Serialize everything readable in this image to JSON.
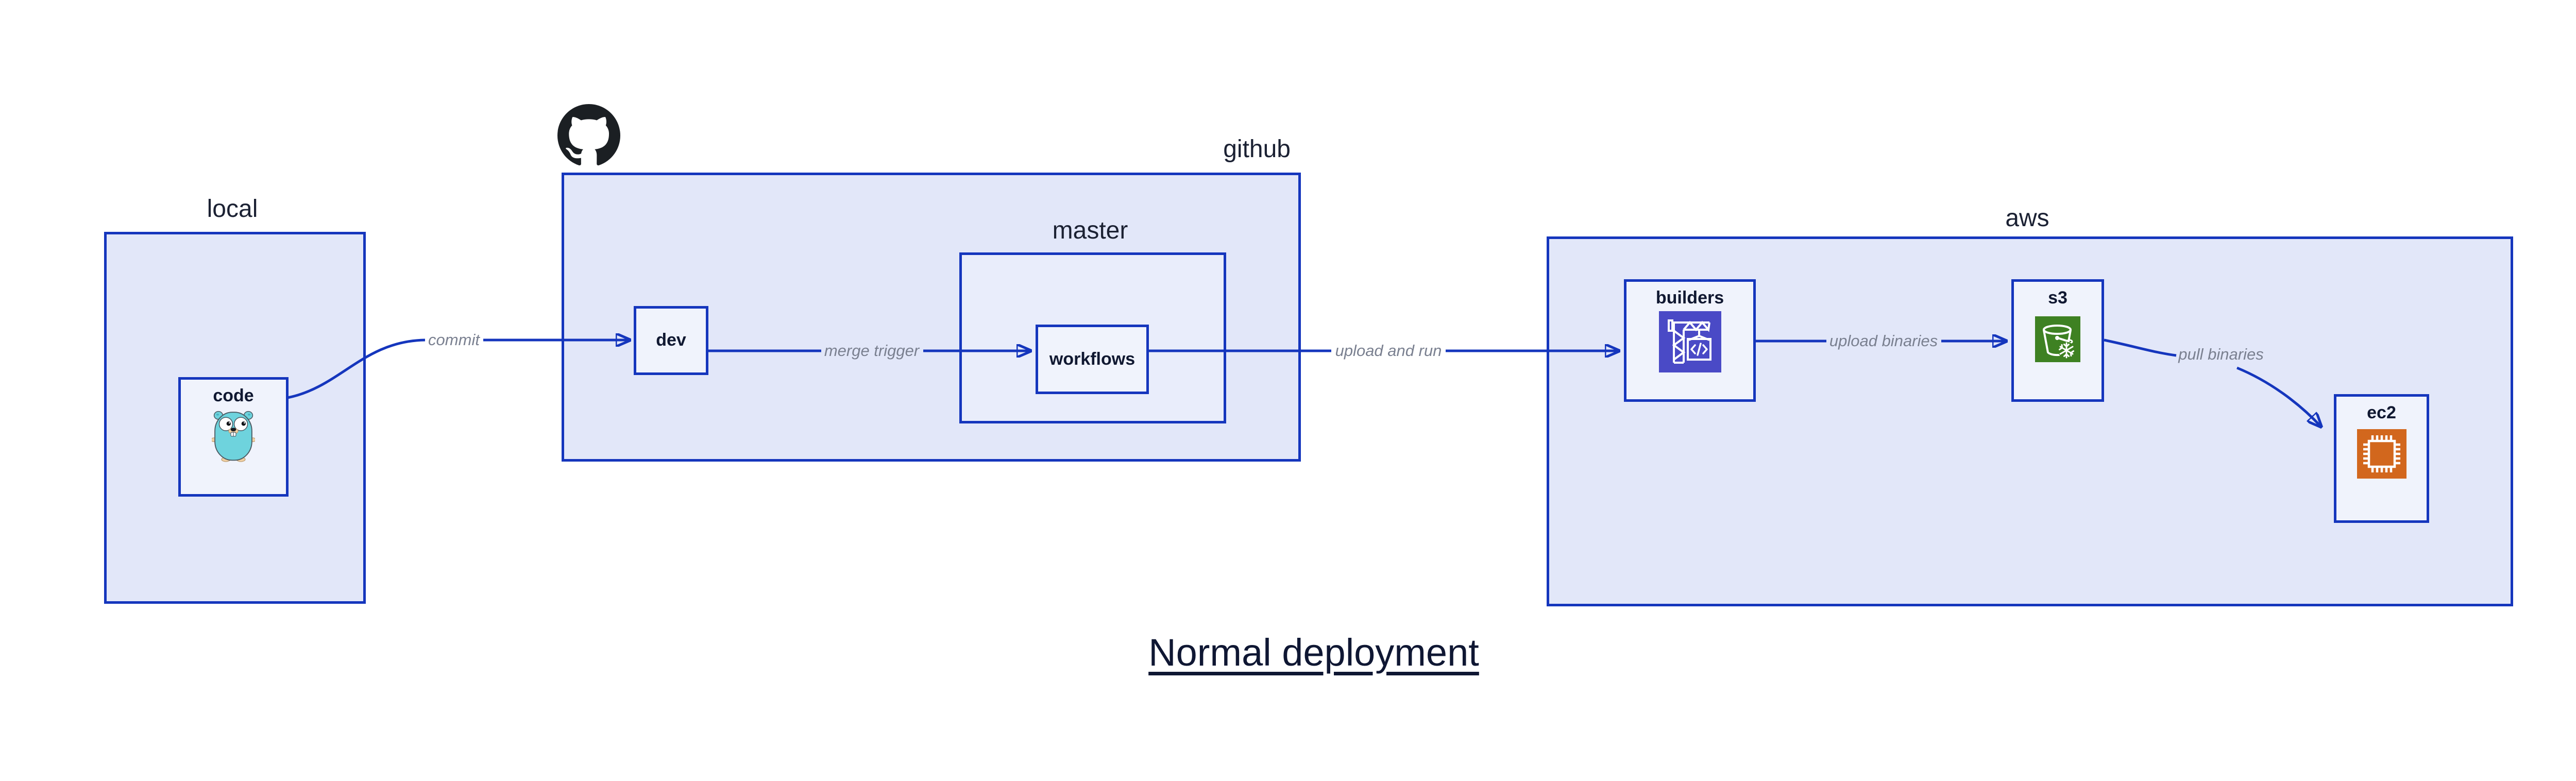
{
  "title": "Normal deployment",
  "containers": {
    "local": {
      "label": "local"
    },
    "github": {
      "label": "github",
      "logo_icon": "github-octocat-icon"
    },
    "master": {
      "label": "master"
    },
    "aws": {
      "label": "aws"
    }
  },
  "nodes": {
    "code": {
      "label": "code",
      "icon": "go-gopher-icon"
    },
    "dev": {
      "label": "dev"
    },
    "workflows": {
      "label": "workflows"
    },
    "builders": {
      "label": "builders",
      "icon": "codebuild-crane-icon"
    },
    "s3": {
      "label": "s3",
      "icon": "s3-glacier-bucket-snowflake-icon"
    },
    "ec2": {
      "label": "ec2",
      "icon": "ec2-cpu-chip-icon"
    }
  },
  "edges": {
    "commit": {
      "label": "commit",
      "from": "code",
      "to": "dev"
    },
    "merge_trigger": {
      "label": "merge trigger",
      "from": "dev",
      "to": "workflows"
    },
    "upload_and_run": {
      "label": "upload and run",
      "from": "workflows",
      "to": "builders"
    },
    "upload_binaries": {
      "label": "upload binaries",
      "from": "builders",
      "to": "s3"
    },
    "pull_binaries": {
      "label": "pull binaries",
      "from": "s3",
      "to": "ec2"
    }
  },
  "colors": {
    "border_blue": "#1536bd",
    "container_fill": "#e2e7f9",
    "master_fill": "#e9edfb",
    "node_fill": "#f0f3fc",
    "edge_label_gray": "#7a8090",
    "dark_text": "#101831",
    "title_text": "#0f1733",
    "github_black": "#1b1f23",
    "gopher_teal": "#6ed3dd",
    "codebuild_purple": "#4a4ac6",
    "s3_green": "#3e8122",
    "ec2_orange": "#d2671d"
  }
}
